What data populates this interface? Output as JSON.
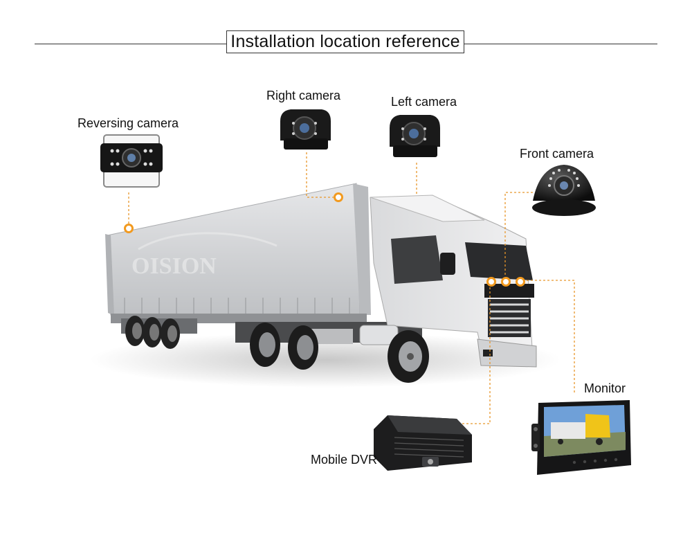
{
  "header": {
    "title": "Installation location reference"
  },
  "labels": {
    "reversing_camera": "Reversing camera",
    "right_camera": "Right camera",
    "left_camera": "Left camera",
    "front_camera": "Front camera",
    "monitor": "Monitor",
    "mobile_dvr": "Mobile DVR"
  },
  "watermark": {
    "brand": "OISION"
  },
  "colors": {
    "leader": "#e8962a",
    "marker": "#f29a1f",
    "truck_body": "#cfd0d2",
    "cab": "#e4e5e7"
  }
}
